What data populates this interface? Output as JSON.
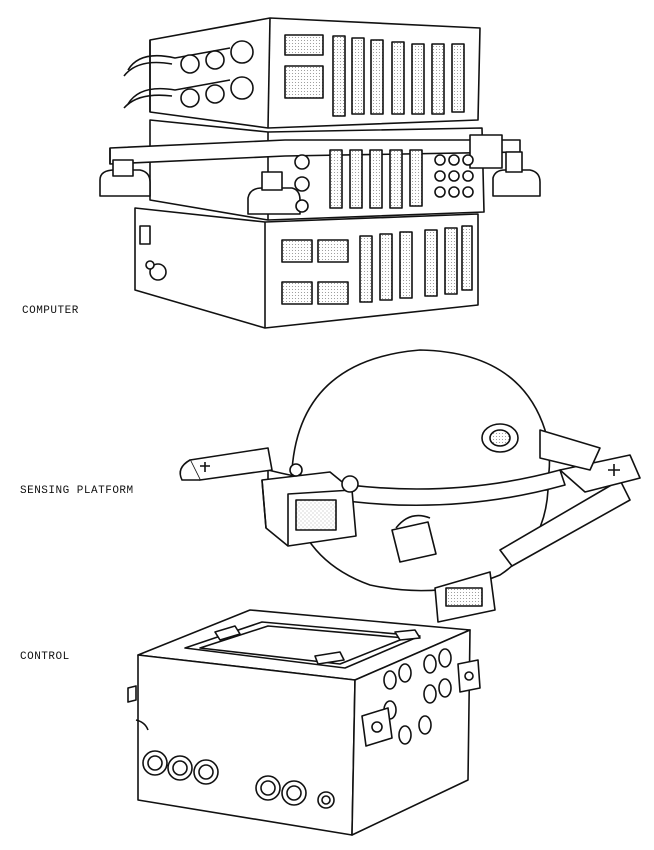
{
  "labels": {
    "computer": "COMPUTER",
    "sensing_platform": "SENSING PLATFORM",
    "control": "CONTROL"
  },
  "colors": {
    "ink": "#111111",
    "paper": "#ffffff",
    "stipple": "#9a9a9a"
  }
}
